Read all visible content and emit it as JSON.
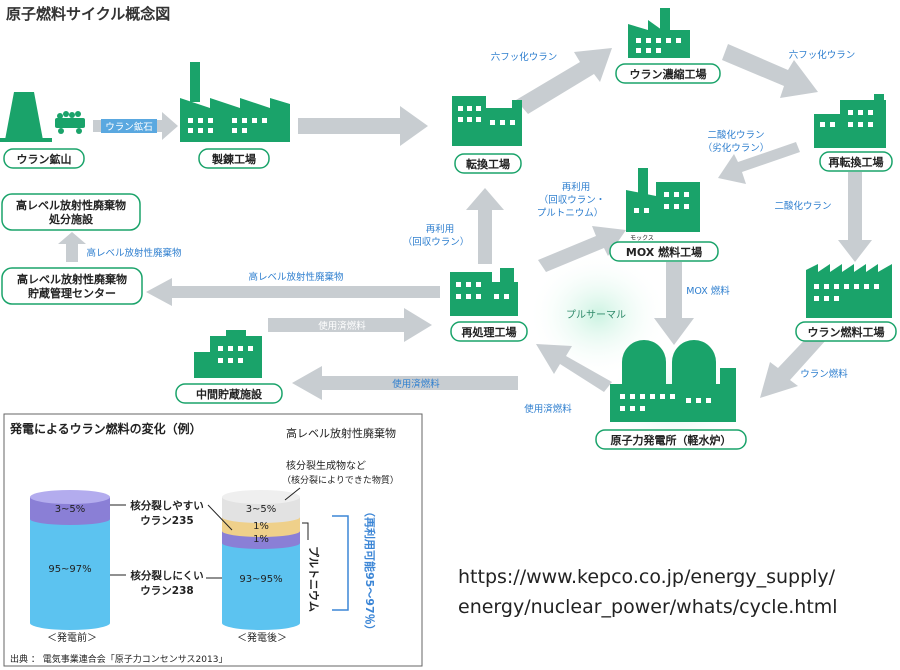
{
  "title": "原子燃料サイクル概念図",
  "facilities": {
    "uranium_mine": "ウラン鉱山",
    "refinery": "製錬工場",
    "conversion": "転換工場",
    "enrichment": "ウラン濃縮工場",
    "reconversion": "再転換工場",
    "fuel_fabrication": "ウラン燃料工場",
    "power_plant": "原子力発電所（軽水炉）",
    "reprocessing": "再処理工場",
    "mox_ruby": "モックス",
    "mox_plant": "MOX 燃料工場",
    "interim_storage": "中間貯蔵施設",
    "hlw_storage_l1": "高レベル放射性廃棄物",
    "hlw_storage_l2": "貯蔵管理センター",
    "hlw_disposal_l1": "高レベル放射性廃棄物",
    "hlw_disposal_l2": "処分施設"
  },
  "flows": {
    "uranium_ore": "ウラン鉱石",
    "uf6_a": "六フッ化ウラン",
    "uf6_b": "六フッ化ウラン",
    "uo2_depleted_l1": "二酸化ウラン",
    "uo2_depleted_l2": "（劣化ウラン）",
    "uo2": "二酸化ウラン",
    "uranium_fuel": "ウラン燃料",
    "spent_fuel_a": "使用済燃料",
    "spent_fuel_b": "使用済燃料",
    "spent_fuel_c": "使用済燃料",
    "mox_fuel": "MOX 燃料",
    "pluthermal": "プルサーマル",
    "reuse_pu_l1": "再利用",
    "reuse_pu_l2": "（回収ウラン・",
    "reuse_pu_l3": "プルトニウム）",
    "reuse_u_l1": "再利用",
    "reuse_u_l2": "（回収ウラン）",
    "hlw_a": "高レベル放射性廃棄物",
    "hlw_b": "高レベル放射性廃棄物"
  },
  "inset": {
    "title": "発電によるウラン燃料の変化（例）",
    "before_top": "3~5%",
    "before_bottom": "95~97%",
    "after_top": "3~5%",
    "after_pu": "1%",
    "after_u235": "1%",
    "after_bottom": "93~95%",
    "label_u235_l1": "核分裂しやすい",
    "label_u235_l2": "ウラン235",
    "label_u238_l1": "核分裂しにくい",
    "label_u238_l2": "ウラン238",
    "fission_l1": "核分裂生成物など",
    "fission_l2": "（核分裂によりできた物質）",
    "hlw": "高レベル放射性廃棄物",
    "plutonium": "プルトニウム",
    "reusable": "（再利用可能95〜97％）",
    "before_label": "＜発電前＞",
    "after_label": "＜発電後＞",
    "source": "出典 ： 電気事業連合会「原子力コンセンサス2013」"
  },
  "url": {
    "line1": "https://www.kepco.co.jp/energy_supply/",
    "line2": "energy/nuclear_power/whats/cycle.html"
  },
  "colors": {
    "facility_green": "#1aa36a",
    "arrow_gray": "#c8cdd1",
    "flow_blue": "#2f7fcf",
    "u238_blue": "#5cc3f0",
    "u235_purple": "#8a7fd6",
    "pu_tan": "#efd08a",
    "fp_gray": "#e2e2e2",
    "bracket_blue": "#3c86d6"
  }
}
